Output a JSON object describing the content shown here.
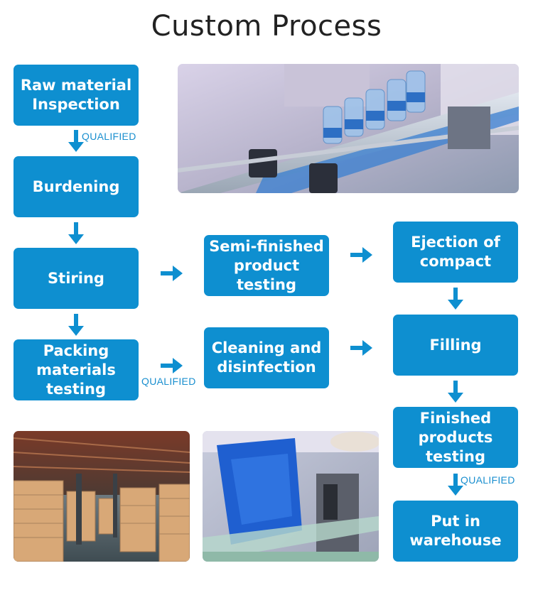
{
  "title": "Custom Process",
  "steps": {
    "raw_material": "Raw material\nInspection",
    "burdening": "Burdening",
    "stiring": "Stiring",
    "packing": "Packing\nmaterials\ntesting",
    "semi_finished": "Semi-finished\nproduct testing",
    "cleaning": "Cleaning and\ndisinfection",
    "ejection": "Ejection of\ncompact",
    "filling": "Filling",
    "finished": "Finished\nproducts\ntesting",
    "warehouse": "Put in\nwarehouse"
  },
  "labels": {
    "qualified_1": "QUALIFIED",
    "qualified_2": "QUALIFIED",
    "qualified_3": "QUALIFIED"
  },
  "colors": {
    "box": "#0e8fd0",
    "arrow": "#0e8fd0",
    "qualified_text": "#1a8fcf"
  },
  "images": {
    "top_photo": "bottling-line-photo",
    "bottom_left_photo": "warehouse-boxes-photo",
    "bottom_middle_photo": "conveyor-machine-photo"
  }
}
